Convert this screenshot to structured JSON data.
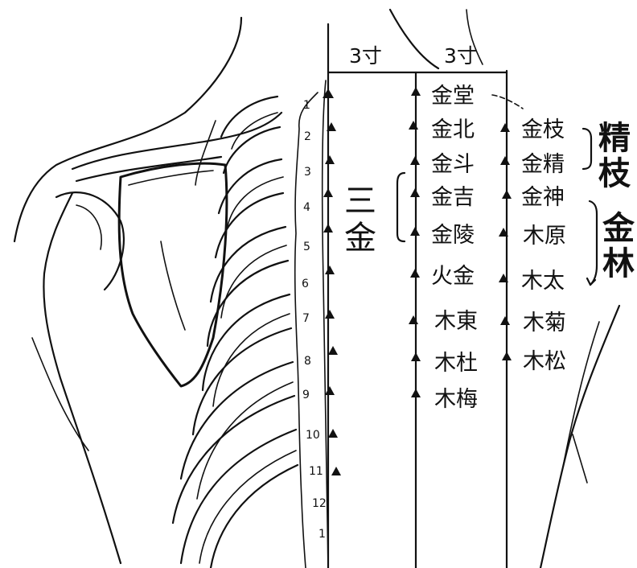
{
  "measurements": {
    "left": "3寸",
    "right": "3寸"
  },
  "vertebra_numbers": [
    "1",
    "2",
    "3",
    "4",
    "5",
    "6",
    "7",
    "8",
    "9",
    "10",
    "11",
    "12",
    "1"
  ],
  "column_middle": [
    "金堂",
    "金北",
    "金斗",
    "金吉",
    "金陵",
    "火金",
    "木東",
    "木杜",
    "木梅"
  ],
  "column_right": [
    "金枝",
    "金精",
    "金神",
    "木原",
    "木太",
    "木菊",
    "木松"
  ],
  "group_labels": {
    "san_jin": "三金",
    "jing_zhi": "精枝",
    "jin_lin": "金林"
  }
}
